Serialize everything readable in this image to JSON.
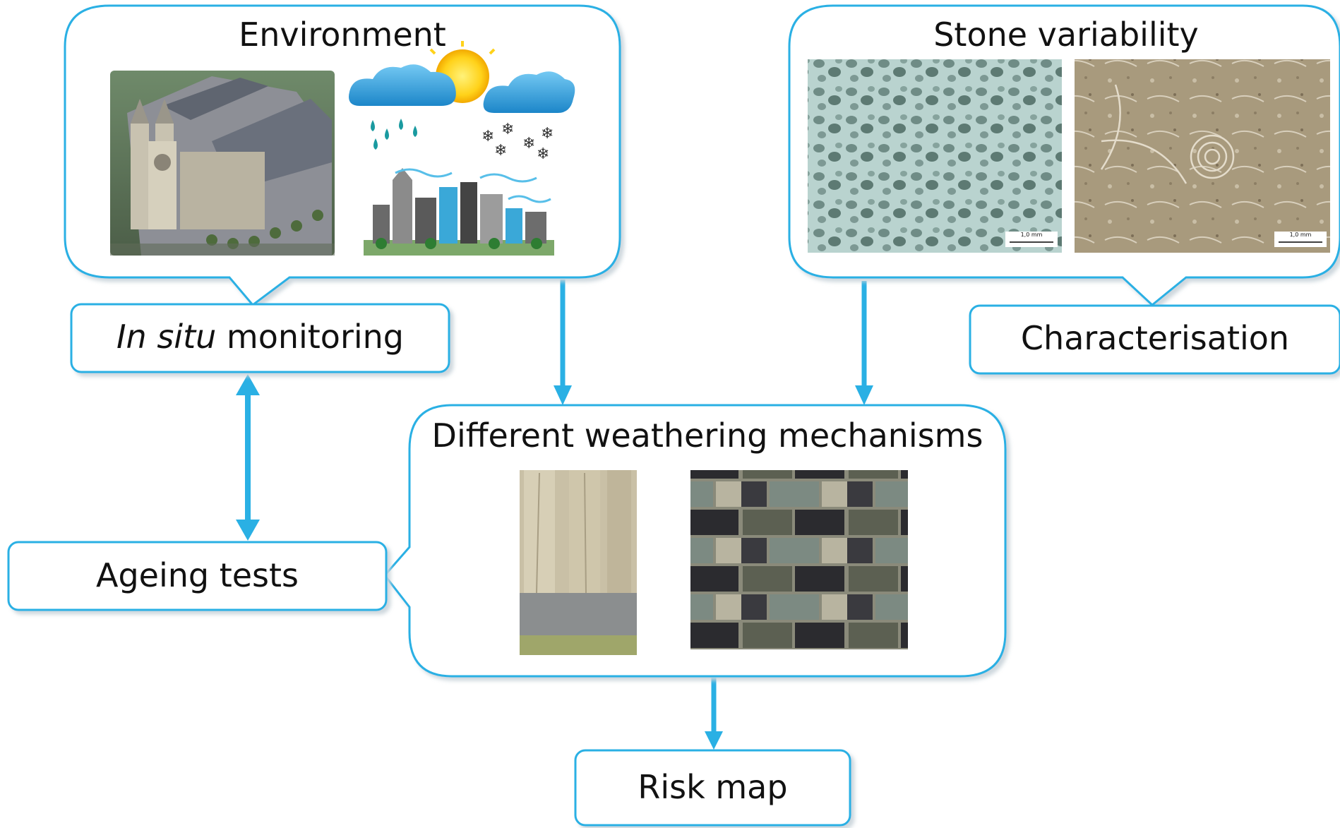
{
  "diagram": {
    "environment": {
      "title": "Environment"
    },
    "stone_variability": {
      "title": "Stone variability",
      "scale_label_1": "1,0 mm",
      "scale_label_2": "1,0 mm"
    },
    "in_situ_monitoring": {
      "italic": "In situ",
      "rest": " monitoring"
    },
    "characterisation": {
      "label": "Characterisation"
    },
    "weathering": {
      "title": "Different weathering mechanisms"
    },
    "ageing_tests": {
      "label": "Ageing tests"
    },
    "risk_map": {
      "label": "Risk map"
    }
  },
  "colors": {
    "border": "#2ab0e4",
    "shadow": "#c9d3da",
    "arrow": "#2ab0e4"
  },
  "icons": [
    "cathedral-photo",
    "rain-cloud-icon",
    "sun-cloud-icon",
    "snow-cloud-icon",
    "city-wind-icon",
    "porous-stone-photo",
    "fossil-stone-photo",
    "eroded-columns-photo",
    "blackened-wall-photo"
  ]
}
